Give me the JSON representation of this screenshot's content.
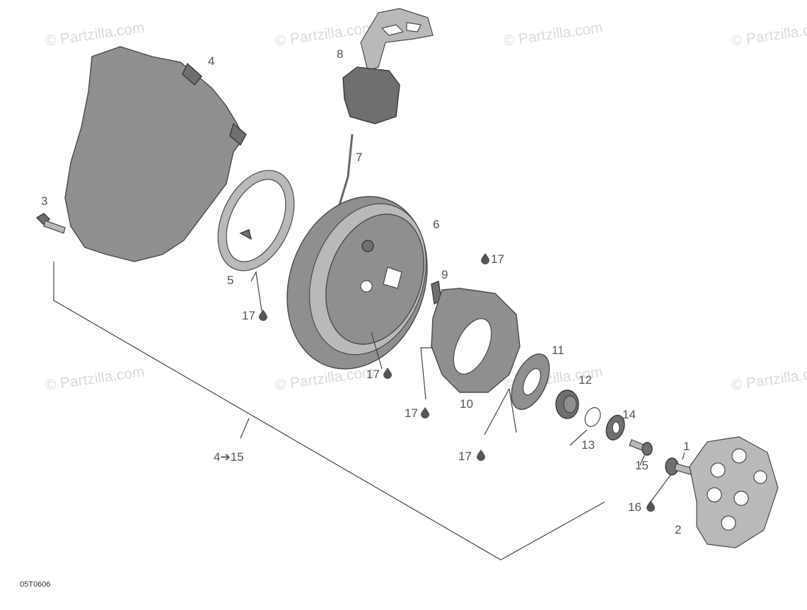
{
  "watermark": "© Partzilla.com",
  "figure_code": "05T0606",
  "callouts": {
    "c1": "1",
    "c2": "2",
    "c3": "3",
    "c4": "4",
    "c5": "5",
    "c6": "6",
    "c7": "7",
    "c8": "8",
    "c9": "9",
    "c10": "10",
    "c11": "11",
    "c12": "12",
    "c13": "13",
    "c14": "14",
    "c15": "15",
    "c16": "16",
    "c17": "17",
    "range": "4➔15"
  }
}
